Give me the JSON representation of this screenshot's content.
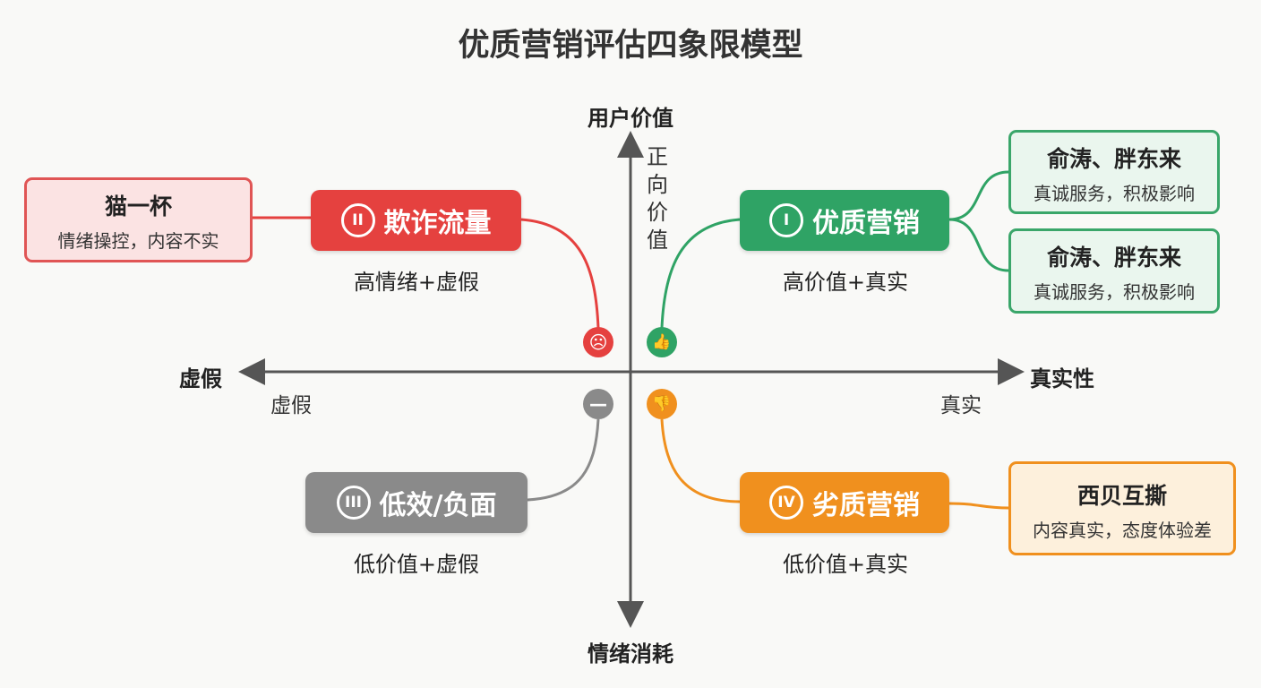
{
  "title": "优质营销评估四象限模型",
  "axes": {
    "top": "用户价值",
    "bottom": "情绪消耗",
    "left": "虚假",
    "right": "真实性",
    "positive_value": "正向价值",
    "left_small": "虚假",
    "right_small": "真实"
  },
  "quadrants": [
    {
      "num": "I",
      "label": "优质营销",
      "sub": "高价值+真实",
      "color": "#2fa365",
      "icon": "thumbs-up-icon"
    },
    {
      "num": "II",
      "label": "欺诈流量",
      "sub": "高情绪+虚假",
      "color": "#e5413f",
      "icon": "sad-face-icon"
    },
    {
      "num": "III",
      "label": "低效/负面",
      "sub": "低价值+虚假",
      "color": "#8a8a8a",
      "icon": "minus-icon"
    },
    {
      "num": "IV",
      "label": "劣质营销",
      "sub": "低价值+真实",
      "color": "#f0901e",
      "icon": "thumbs-down-icon"
    }
  ],
  "examples": {
    "q2": {
      "title": "猫一杯",
      "desc": "情绪操控，内容不实"
    },
    "q1a": {
      "title": "俞涛、胖东来",
      "desc": "真诚服务，积极影响"
    },
    "q1b": {
      "title": "俞涛、胖东来",
      "desc": "真诚服务，积极影响"
    },
    "q4": {
      "title": "西贝互撕",
      "desc": "内容真实，态度体验差"
    }
  }
}
